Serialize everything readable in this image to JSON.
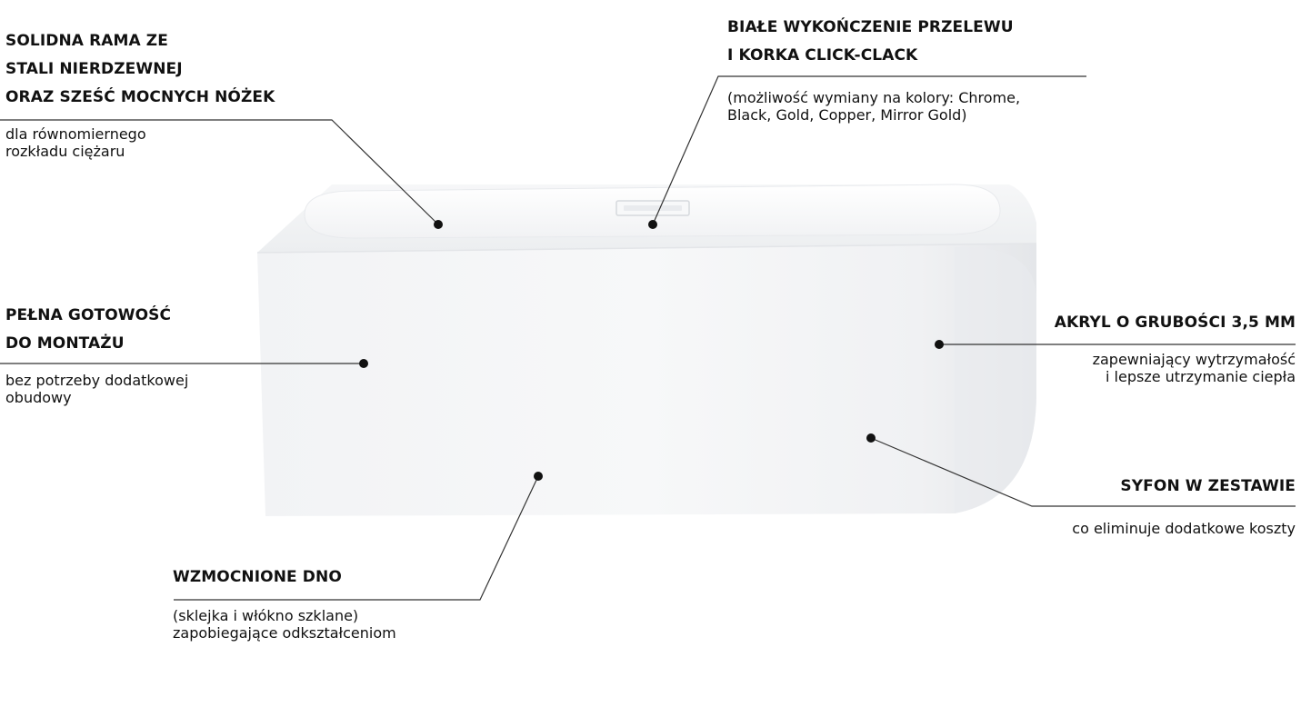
{
  "callouts": {
    "frame": {
      "title_lines": [
        "SOLIDNA RAMA ZE",
        "STALI NIERDZEWNEJ",
        "ORAZ SZEŚĆ MOCNYCH NÓŻEK"
      ],
      "description": "dla równomiernego\nrozkładu ciężaru"
    },
    "overflow": {
      "title_lines": [
        "BIAŁE WYKOŃCZENIE PRZELEWU",
        "I KORKA CLICK-CLACK"
      ],
      "description": "(możliwość wymiany na kolory: Chrome,\nBlack, Gold, Copper, Mirror Gold)"
    },
    "ready": {
      "title_lines": [
        "PEŁNA GOTOWOŚĆ",
        "DO MONTAŻU"
      ],
      "description": "bez potrzeby dodatkowej\nobudowy"
    },
    "acrylic": {
      "title_lines": [
        "AKRYL O GRUBOŚCI 3,5 MM"
      ],
      "description": "zapewniający wytrzymałość\ni lepsze utrzymanie ciepła"
    },
    "siphon": {
      "title_lines": [
        "SYFON W ZESTAWIE"
      ],
      "description": "co eliminuje dodatkowe koszty"
    },
    "bottom": {
      "title_lines": [
        "WZMOCNIONE DNO"
      ],
      "description": "(sklejka i włókno szklane)\nzapobiegające odkształceniom"
    }
  },
  "colors": {
    "text": "#111111",
    "leader_line": "#333333",
    "tub_body": "#f4f5f7",
    "tub_shadow": "#e6e8eb",
    "background": "#ffffff"
  }
}
